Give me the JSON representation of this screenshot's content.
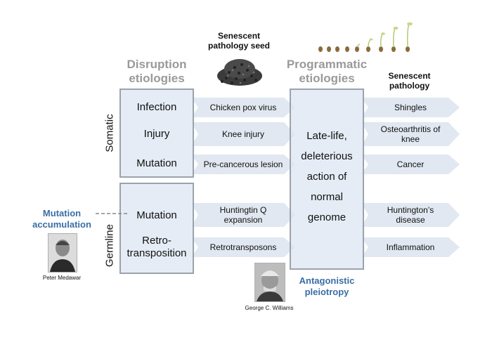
{
  "headers": {
    "disruption": "Disruption etiologies",
    "seed": "Senescent pathology seed",
    "programmatic": "Programmatic etiologies",
    "pathology": "Senescent pathology"
  },
  "groups": {
    "somatic": "Somatic",
    "germline": "Germline"
  },
  "rows": [
    {
      "etiology": "Infection",
      "example": "Chicken pox virus",
      "pathology": "Shingles"
    },
    {
      "etiology": "Injury",
      "example": "Knee injury",
      "pathology": "Osteoarthritis of knee"
    },
    {
      "etiology": "Mutation",
      "example": "Pre-cancerous lesion",
      "pathology": "Cancer"
    },
    {
      "etiology": "Mutation",
      "example": "Huntingtin Q expansion",
      "pathology": "Huntington’s disease"
    },
    {
      "etiology": "Retro-transposition",
      "example": "Retrotransposons",
      "pathology": "Inflammation"
    }
  ],
  "programmatic_text": [
    "Late-life,",
    "deleterious",
    "action of",
    "normal",
    "genome"
  ],
  "mutation_accumulation": "Mutation accumulation",
  "antagonistic_pleiotropy": "Antagonistic pleiotropy",
  "people": {
    "medawar": "Peter Medawar",
    "williams": "George C. Williams"
  },
  "colors": {
    "arrow": "#e1e8f1",
    "box": "#dce6f1",
    "box_border": "#9aa3ad",
    "header_grey": "#9a9a9a",
    "accent_blue": "#3a6ea5"
  }
}
